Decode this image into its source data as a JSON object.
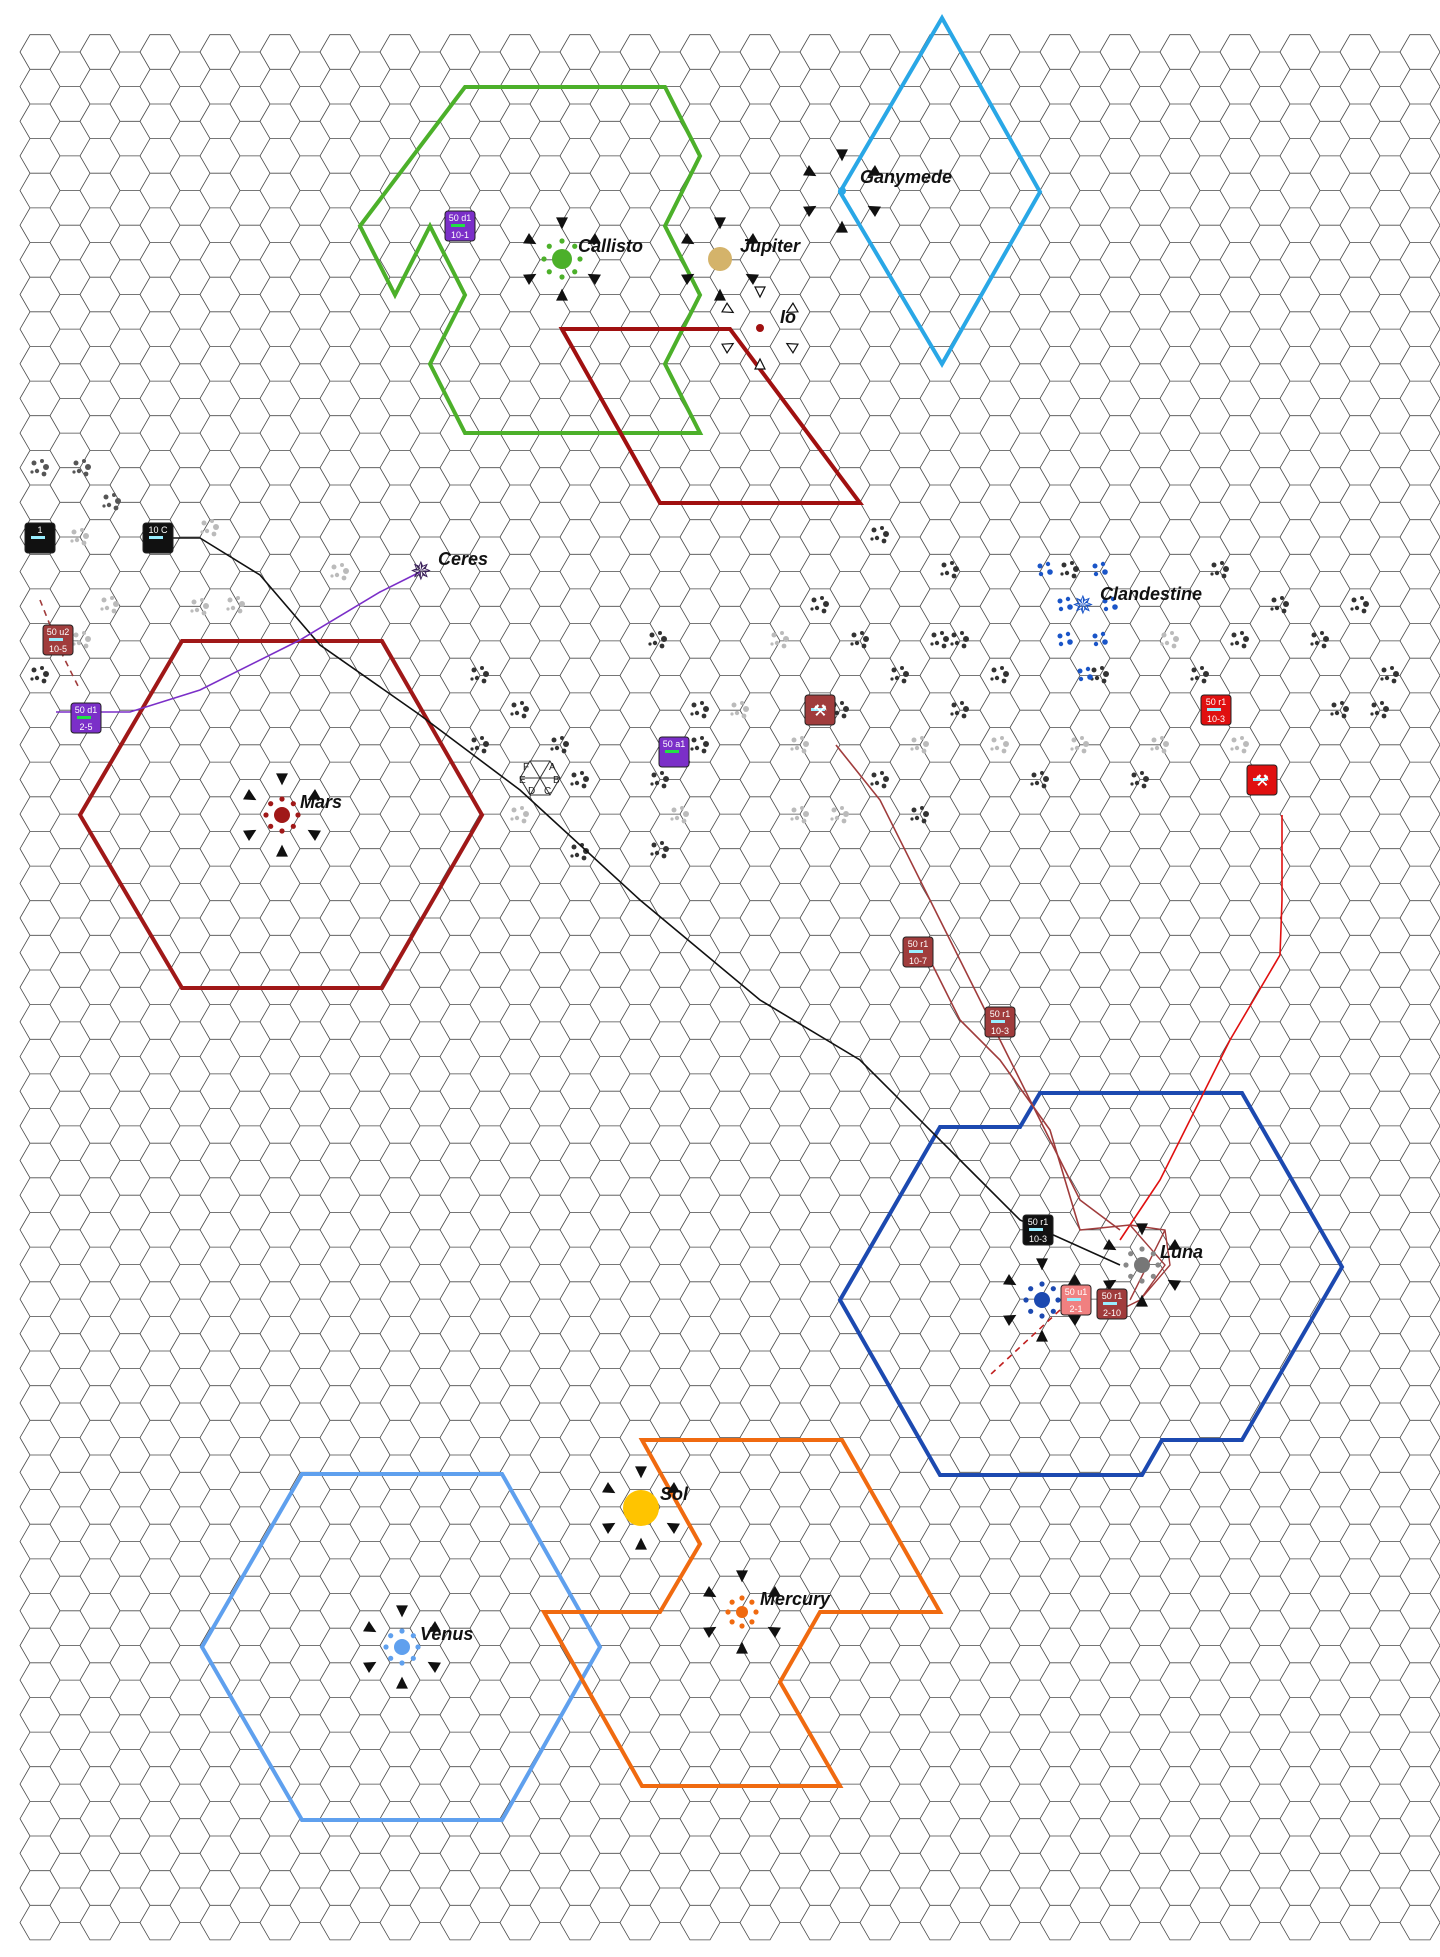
{
  "board": {
    "title": "",
    "background": "#ffffff",
    "grid_color": "#4a4a4a"
  },
  "bodies": [
    {
      "id": "ganymede",
      "name": "Ganymede",
      "color": "#29a7e6",
      "kind": "moon"
    },
    {
      "id": "callisto",
      "name": "Callisto",
      "color": "#4cb02a",
      "kind": "moon"
    },
    {
      "id": "jupiter",
      "name": "Jupiter",
      "color": "#d4b36a",
      "kind": "planet"
    },
    {
      "id": "io",
      "name": "Io",
      "color": "#a01010",
      "kind": "moon"
    },
    {
      "id": "ceres",
      "name": "Ceres",
      "color": "#3a1f5a",
      "kind": "asteroid"
    },
    {
      "id": "clandestine",
      "name": "Clandestine",
      "color": "#1a55c8",
      "kind": "base"
    },
    {
      "id": "mars",
      "name": "Mars",
      "color": "#a01818",
      "kind": "planet"
    },
    {
      "id": "luna",
      "name": "Luna",
      "color": "#777777",
      "kind": "moon"
    },
    {
      "id": "earth",
      "name": "",
      "color": "#1c49b0",
      "kind": "planet"
    },
    {
      "id": "sol",
      "name": "Sol",
      "color": "#ffc400",
      "kind": "star"
    },
    {
      "id": "mercury",
      "name": "Mercury",
      "color": "#f06a10",
      "kind": "planet"
    },
    {
      "id": "venus",
      "name": "Venus",
      "color": "#5fa0ee",
      "kind": "planet"
    }
  ],
  "counters": [
    {
      "id": "c-callisto-purple",
      "top": "50 d1",
      "bottom": "10-1",
      "color": "#7b2fc8"
    },
    {
      "id": "c-black-1",
      "top": "1",
      "bottom": "",
      "color": "#111111"
    },
    {
      "id": "c-black-2",
      "top": "10 C",
      "bottom": "",
      "color": "#111111"
    },
    {
      "id": "c-mars-brown",
      "top": "50 u2",
      "bottom": "10-5",
      "color": "#a03c3c"
    },
    {
      "id": "c-purple-stack",
      "top": "50 d1",
      "bottom": "2-5",
      "color": "#7b2fc8"
    },
    {
      "id": "c-purple-mid",
      "top": "50 a1",
      "bottom": "",
      "color": "#7b2fc8"
    },
    {
      "id": "c-red-miner",
      "top": "",
      "bottom": "",
      "color": "#a03c3c"
    },
    {
      "id": "c-red-1",
      "top": "50 r1",
      "bottom": "10-3",
      "color": "#e01010"
    },
    {
      "id": "c-red-2",
      "top": "",
      "bottom": "",
      "color": "#e01010"
    },
    {
      "id": "c-brown-mid1",
      "top": "50 r1",
      "bottom": "10-7",
      "color": "#a03c3c"
    },
    {
      "id": "c-brown-mid2",
      "top": "50 r1",
      "bottom": "10-3",
      "color": "#a03c3c"
    },
    {
      "id": "c-black-luna",
      "top": "50 r1",
      "bottom": "10-3",
      "color": "#111111"
    },
    {
      "id": "c-pink-luna",
      "top": "50 u1",
      "bottom": "2-1",
      "color": "#f08080"
    },
    {
      "id": "c-brown-luna",
      "top": "50 r1",
      "bottom": "2-10",
      "color": "#a03c3c"
    }
  ],
  "compass": [
    "A",
    "B",
    "C",
    "D",
    "E",
    "F"
  ]
}
